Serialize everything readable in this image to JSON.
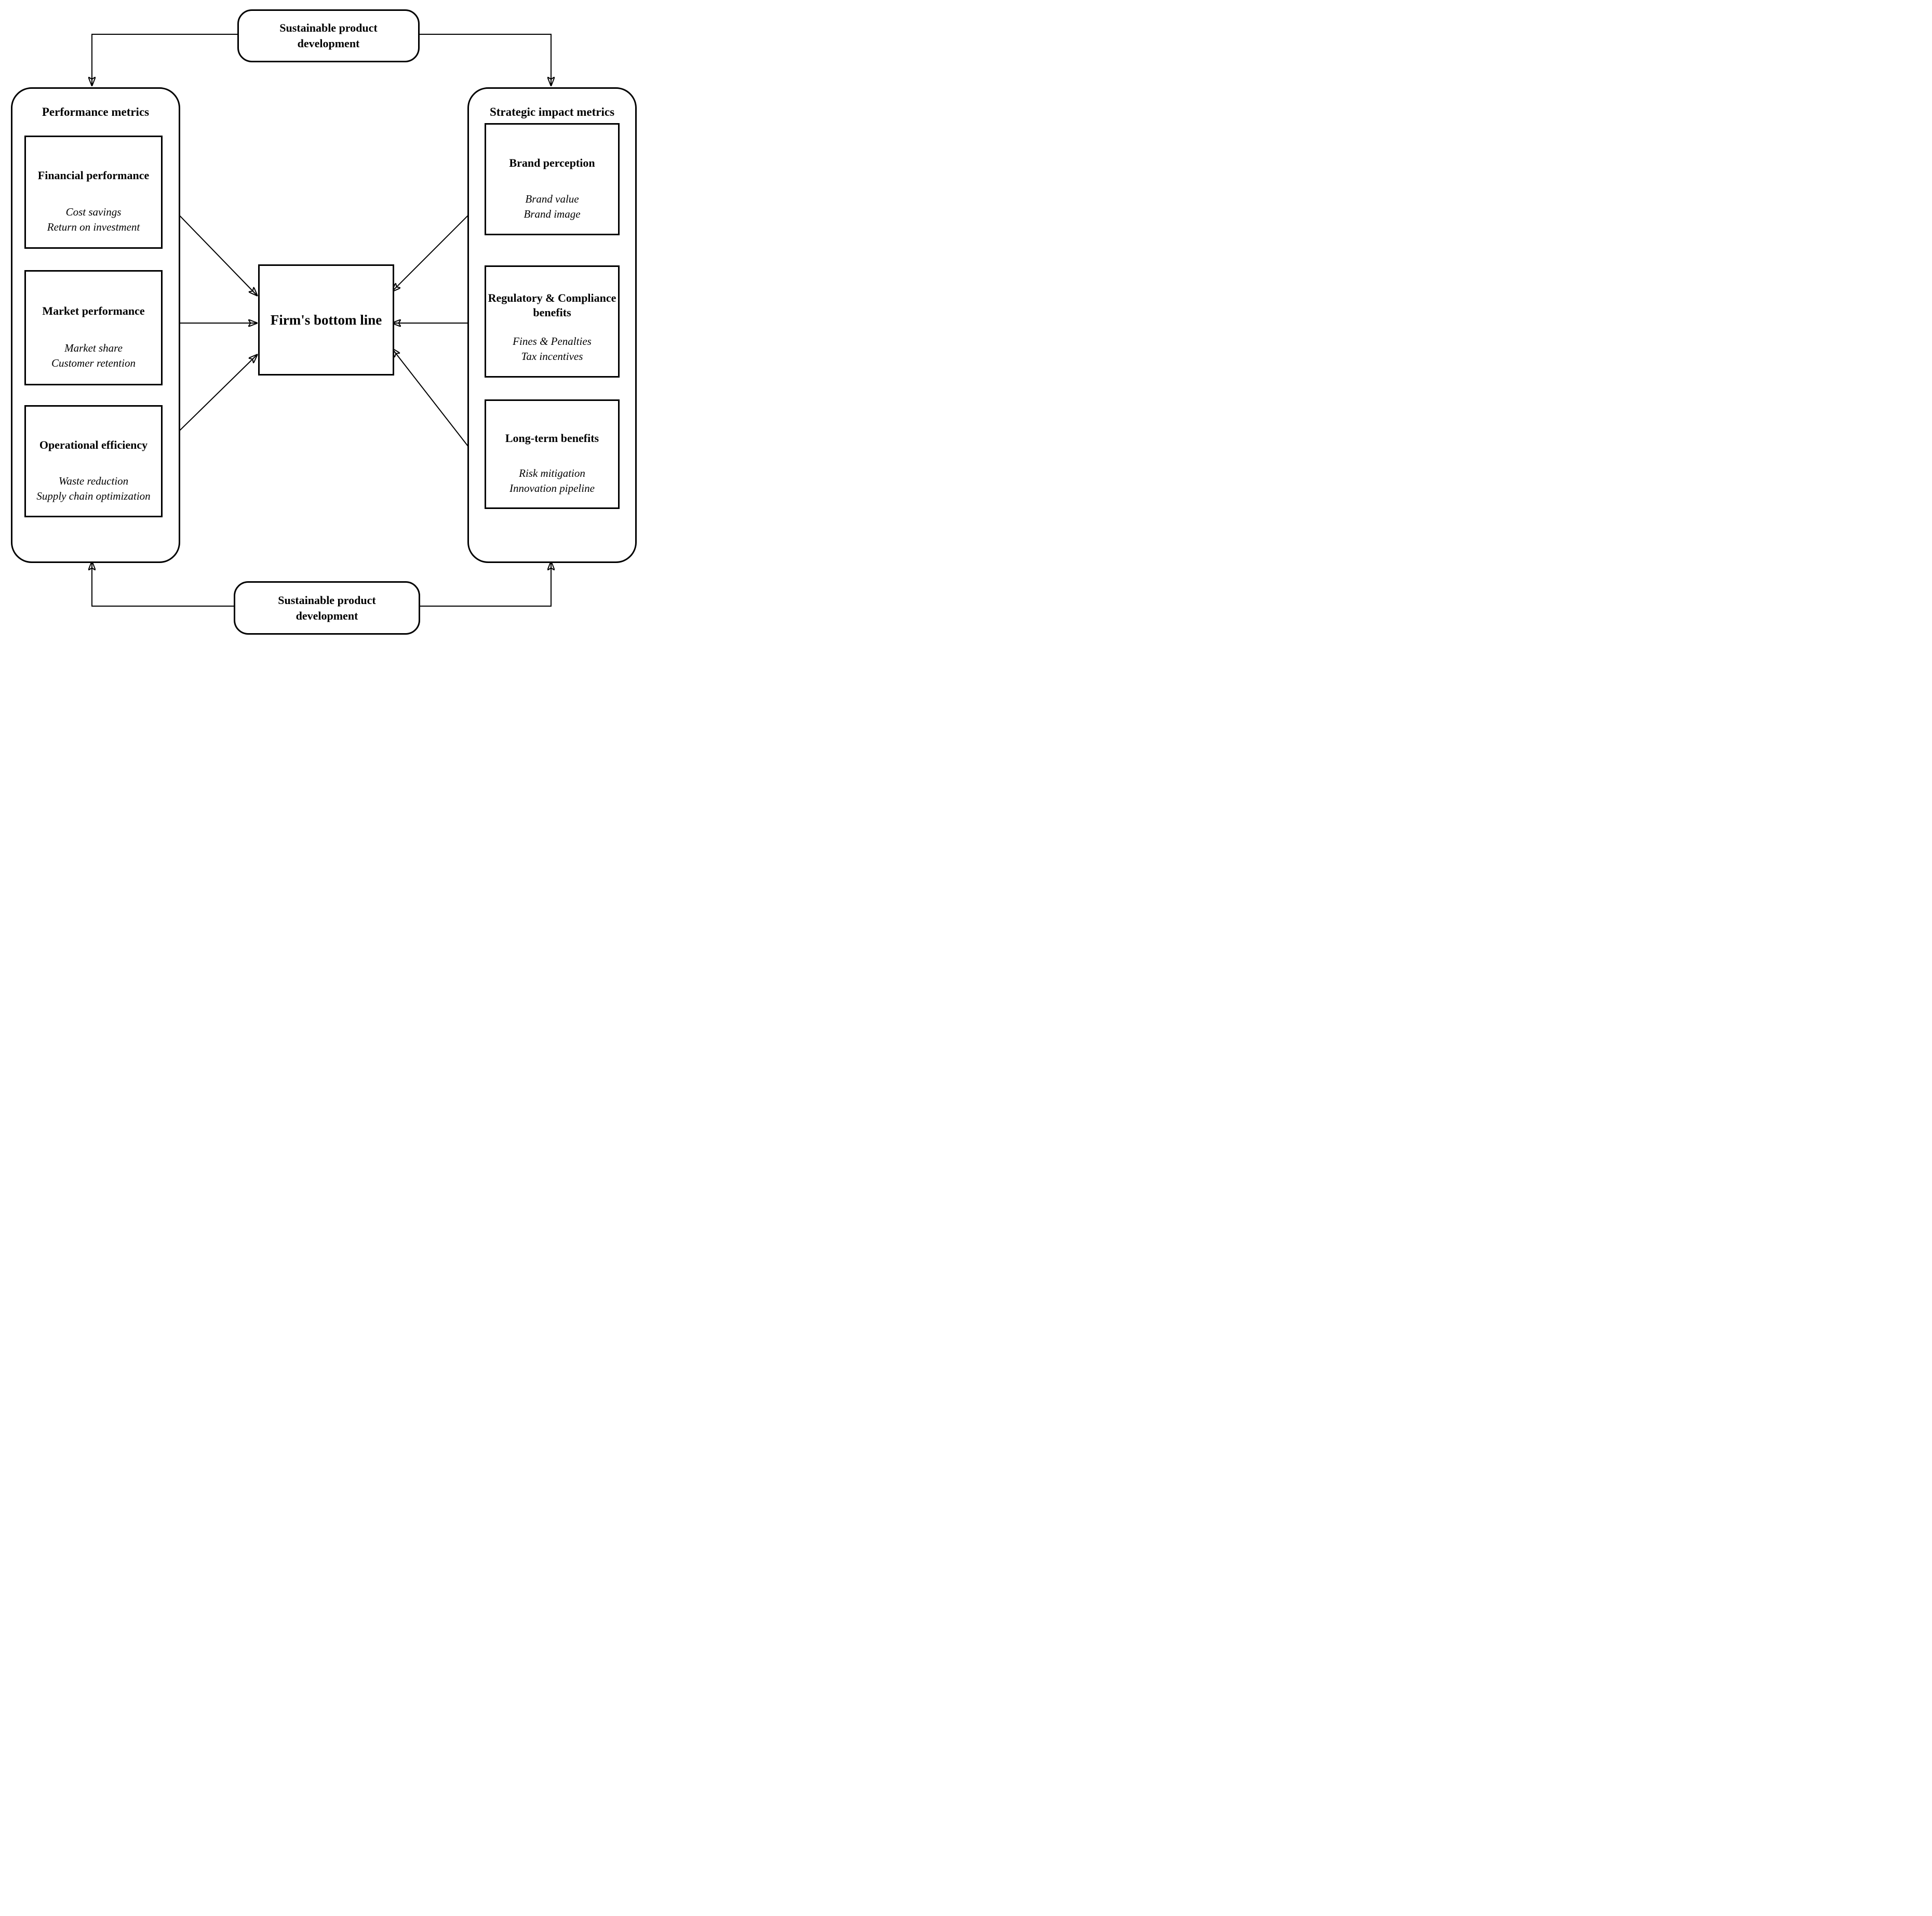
{
  "colors": {
    "ink": "#000000",
    "background": "#ffffff"
  },
  "top_node": {
    "lines": [
      "Sustainable product",
      "development"
    ]
  },
  "bottom_node": {
    "lines": [
      "Sustainable product",
      "development"
    ]
  },
  "center_node": {
    "label": "Firm's bottom line"
  },
  "left_group": {
    "title": "Performance metrics",
    "boxes": [
      {
        "title_lines": [
          "Financial performance"
        ],
        "items": [
          "Cost savings",
          "Return on investment"
        ]
      },
      {
        "title_lines": [
          "Market performance"
        ],
        "items": [
          "Market share",
          "Customer retention"
        ]
      },
      {
        "title_lines": [
          "Operational efficiency"
        ],
        "items": [
          "Waste reduction",
          "Supply chain optimization"
        ]
      }
    ]
  },
  "right_group": {
    "title": "Strategic impact metrics",
    "boxes": [
      {
        "title_lines": [
          "Brand perception"
        ],
        "items": [
          "Brand value",
          "Brand image"
        ]
      },
      {
        "title_lines": [
          "Regulatory & Compliance",
          "benefits"
        ],
        "items": [
          "Fines & Penalties",
          "Tax incentives"
        ]
      },
      {
        "title_lines": [
          "Long-term benefits"
        ],
        "items": [
          "Risk mitigation",
          "Innovation pipeline"
        ]
      }
    ]
  }
}
